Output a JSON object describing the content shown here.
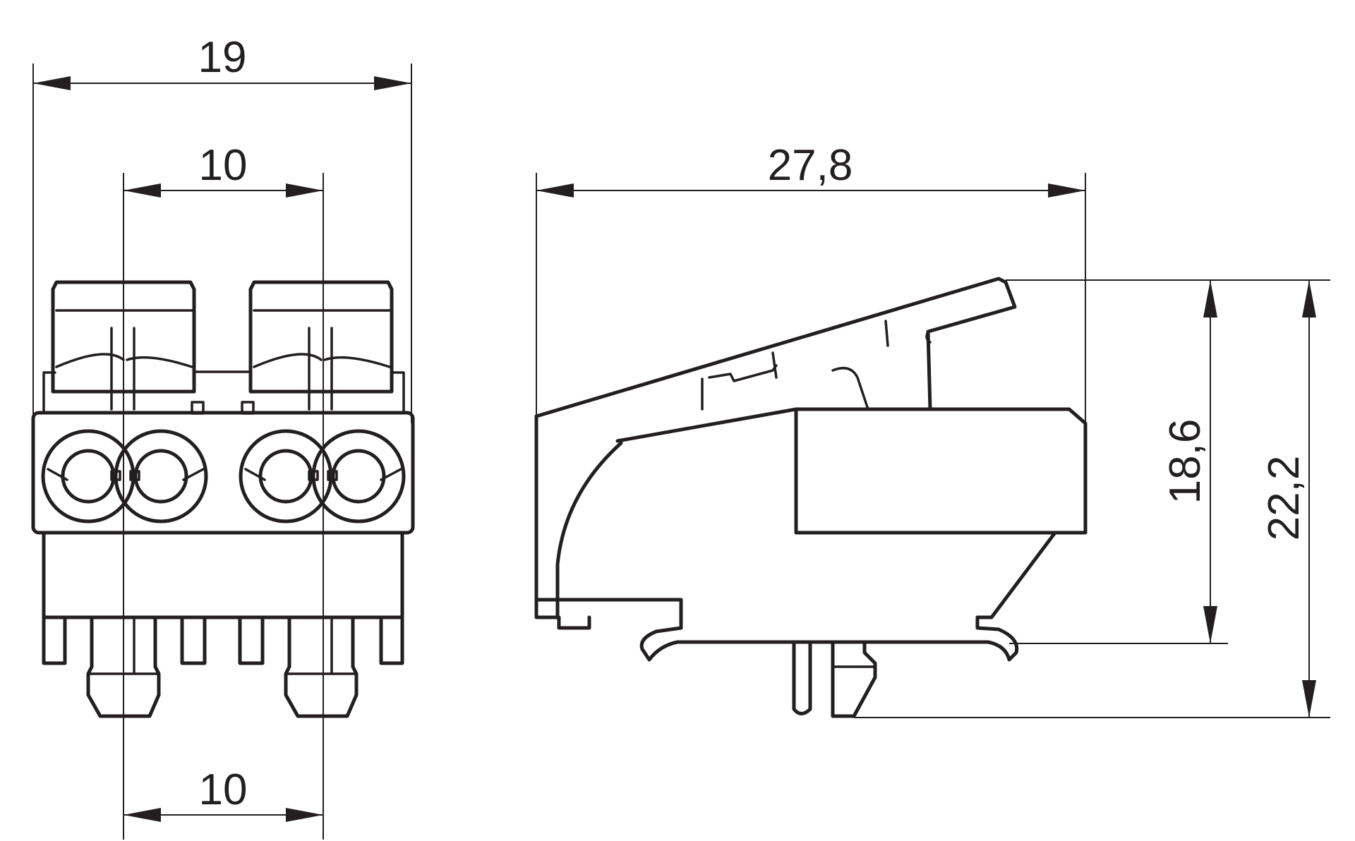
{
  "drawing": {
    "views": [
      "front-view",
      "side-view"
    ],
    "dimensions": {
      "overall_width": "19",
      "top_pitch": "10",
      "pin_pitch": "10",
      "overall_length": "27,8",
      "body_height": "18,6",
      "overall_height": "22,2"
    },
    "colors": {
      "line": "#231f20",
      "background": "#ffffff"
    }
  }
}
